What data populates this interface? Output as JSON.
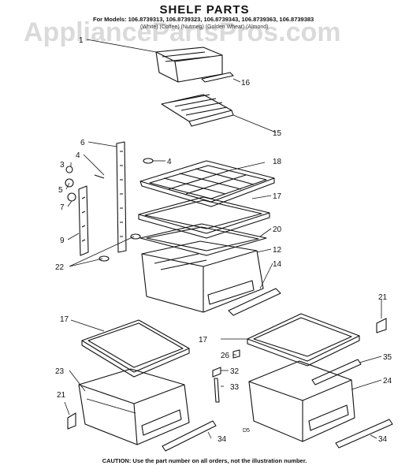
{
  "title": "SHELF PARTS",
  "models_line": "For Models: 106.8739313, 106.8739323, 106.8739343, 106.8739363, 106.8739383",
  "colors_line": "(White)   (Coffee)   (Nutmeg)   (Golden Wheat)   (Almond)",
  "watermark": "AppliancePartsPros.com",
  "caution": "CAUTION: Use the part number on all orders, not the illustration number.",
  "diagram_code": "D5",
  "callouts": [
    "1",
    "16",
    "15",
    "6",
    "4",
    "4",
    "3",
    "5",
    "7",
    "9",
    "22",
    "18",
    "17",
    "20",
    "12",
    "14",
    "21",
    "17",
    "17",
    "26",
    "32",
    "33",
    "35",
    "23",
    "24",
    "21",
    "34",
    "34"
  ],
  "colors": {
    "ink": "#111111",
    "watermark": "#969696"
  }
}
